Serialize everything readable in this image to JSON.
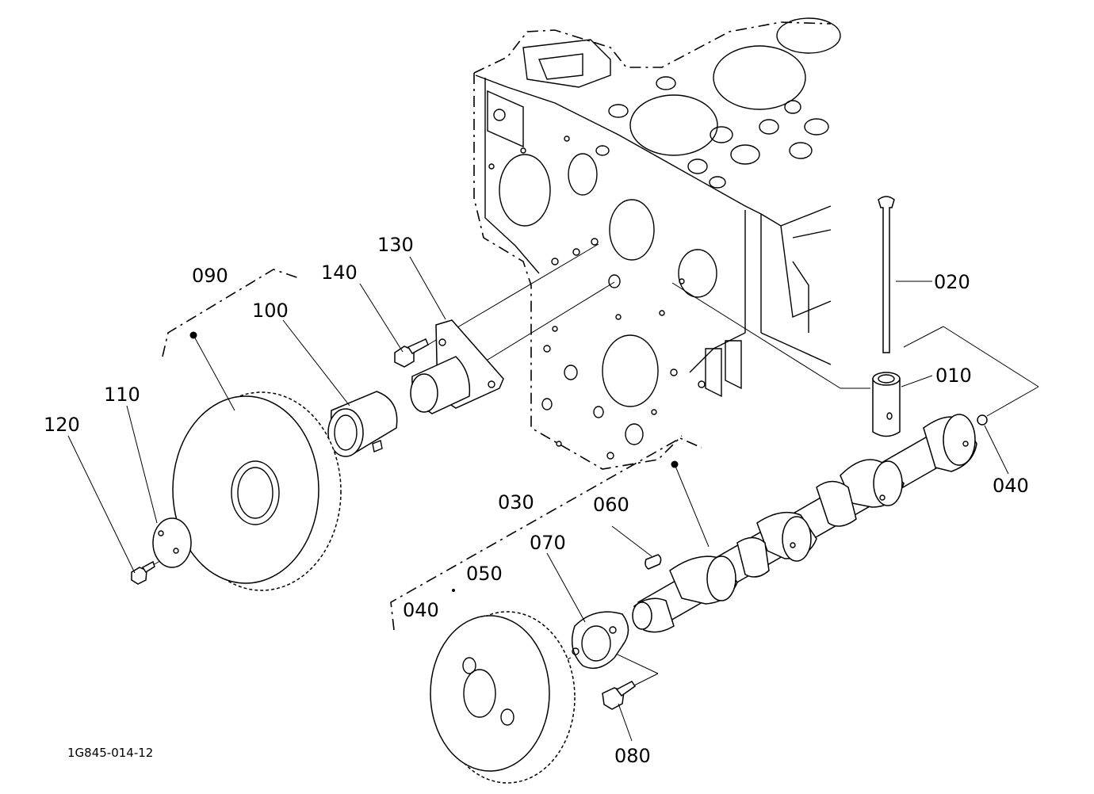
{
  "diagram": {
    "drawing_code": "1G845-014-12",
    "callouts": {
      "p010": "010",
      "p020": "020",
      "p030": "030",
      "p040_group": "040",
      "p040_ball": "040",
      "p050": "050",
      "p060": "060",
      "p070": "070",
      "p080": "080",
      "p090": "090",
      "p100": "100",
      "p110": "110",
      "p120": "120",
      "p130": "130",
      "p140": "140"
    }
  }
}
